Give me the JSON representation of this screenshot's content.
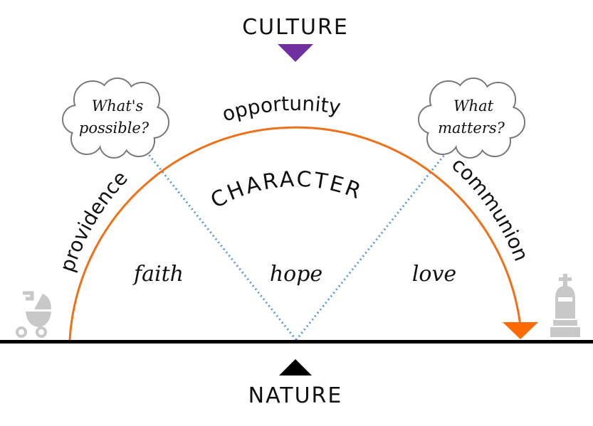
{
  "top_label": "CULTURE",
  "bottom_label": "NATURE",
  "center_label": "CHARACTER",
  "arc_labels": {
    "left": "providence",
    "top": "opportunity",
    "right": "communion"
  },
  "virtues": [
    "faith",
    "hope",
    "love"
  ],
  "clouds": {
    "left": {
      "line1": "What's",
      "line2": "possible?"
    },
    "right": {
      "line1": "What",
      "line2": "matters?"
    }
  },
  "icons": {
    "left": "baby-stroller-icon",
    "right": "gravestone-icon"
  },
  "colors": {
    "arc": "#f07018",
    "culture_arrow": "#7030a0",
    "dotted": "#5b9bd5",
    "icon_gray": "#c8c8c8"
  }
}
